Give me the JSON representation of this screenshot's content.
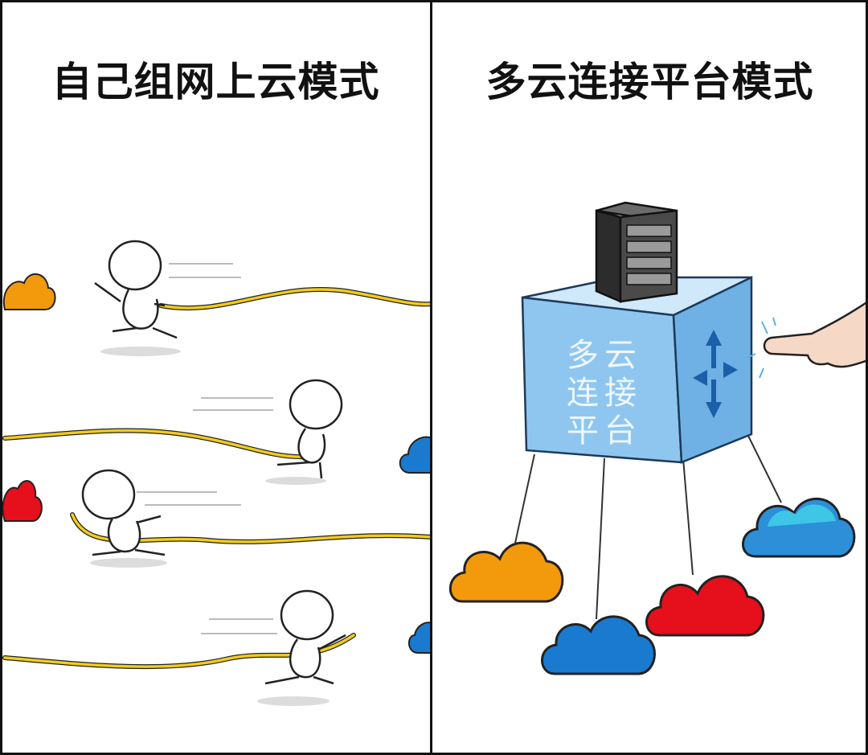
{
  "left_panel": {
    "title": "自己组网上云模式"
  },
  "right_panel": {
    "title": "多云连接平台模式",
    "cube_label": [
      "多",
      "云",
      "连",
      "接",
      "平",
      "台"
    ]
  },
  "colors": {
    "border": "#111111",
    "cable": "#f2cc1b",
    "cloud_orange": "#f39a0c",
    "cloud_blue": "#1a7ad0",
    "cloud_red": "#e5101b",
    "cloud_cyan": "#25b8e0",
    "cube": "#8fc6ef",
    "server": "#4a4a4a"
  }
}
